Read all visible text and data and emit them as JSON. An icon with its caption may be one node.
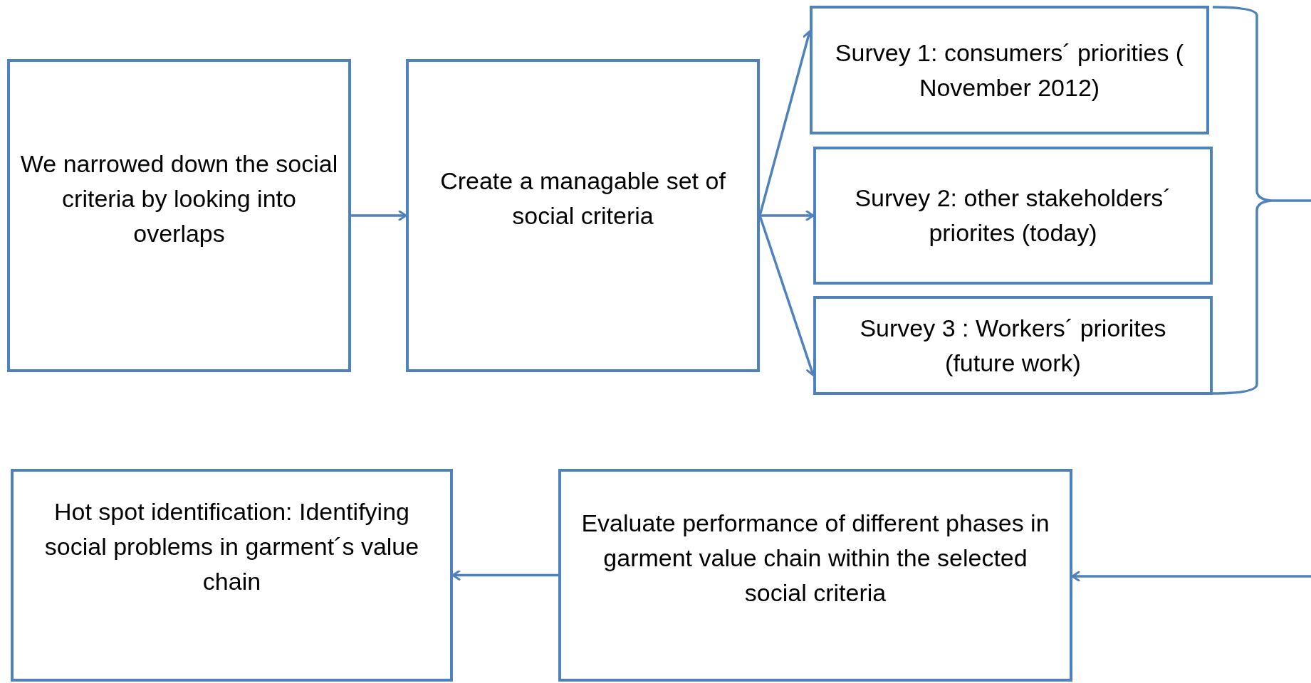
{
  "diagram": {
    "nodes": [
      {
        "text": [
          "We narrowed down the social criteria by looking into overlaps"
        ]
      },
      {
        "text": [
          "Create a managable set of social criteria"
        ]
      },
      {
        "text": [
          "Survey 1: consumers´ priorities ( November 2012)"
        ]
      },
      {
        "text": [
          "Survey 2: other stakeholders´ priorites (today)"
        ]
      },
      {
        "text": [
          "Survey 3 : Workers´ priorites (future work)"
        ]
      },
      {
        "text": [
          "Hot spot identification: Identifying social problems in garment´s value chain"
        ]
      },
      {
        "text": [
          "Evaluate performance of different phases in  garment value chain within the selected social criteria"
        ]
      }
    ],
    "edges": [
      {
        "from": 0,
        "to": 1,
        "arrow": "to"
      },
      {
        "from": 1,
        "to": 2,
        "arrow": "to"
      },
      {
        "from": 1,
        "to": 3,
        "arrow": "to"
      },
      {
        "from": 1,
        "to": 4,
        "arrow": "to"
      },
      {
        "from": null,
        "to": 6,
        "arrow": "to"
      },
      {
        "from": 6,
        "to": 5,
        "arrow": "to"
      }
    ]
  }
}
